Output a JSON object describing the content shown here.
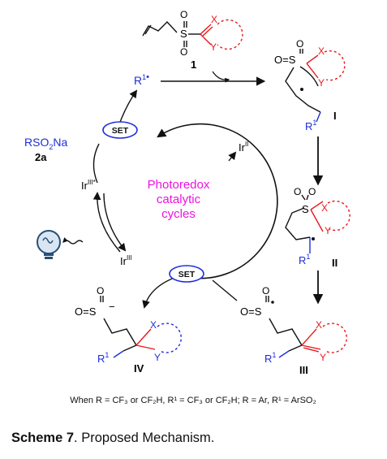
{
  "labels": {
    "compound_1": "1",
    "reagent": "RSO",
    "reagent_sub": "2",
    "reagent_tail": "Na",
    "reagent_id": "2a",
    "r1_radical": "R",
    "r1_radical_sup": "1",
    "radical_dot": "•",
    "cycle_text": [
      "Photoredox",
      "catalytic",
      "cycles"
    ],
    "set": "SET",
    "ir_ii": "Ir",
    "ir_ii_sup": "II",
    "ir_iii": "Ir",
    "ir_iii_sup": "III",
    "ir_iii_star": "Ir",
    "ir_iii_star_sup": "III*",
    "int_I": "I",
    "int_II": "II",
    "int_III": "III",
    "int_IV": "IV",
    "atom_S": "S",
    "atom_O": "O",
    "atom_OS": "O=S",
    "atom_X": "X",
    "atom_Y": "Y",
    "atom_R": "R",
    "sup_1": "1",
    "footnote": "When R = CF₃ or CF₂H, R¹ = CF₃ or CF₂H; R = Ar, R¹ = ArSO₂"
  },
  "caption": {
    "label": "Scheme 7",
    "text": ". Proposed Mechanism."
  },
  "colors": {
    "red": "#e8191e",
    "blue": "#1c2ddb",
    "magenta": "#ee12e0",
    "black": "#111111",
    "set_fill": "#ffffff"
  }
}
